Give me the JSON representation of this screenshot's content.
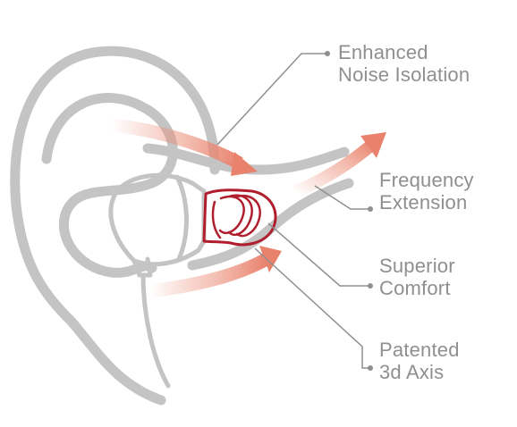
{
  "callouts": [
    {
      "id": "noise",
      "line1": "Enhanced",
      "line2": "Noise Isolation"
    },
    {
      "id": "frequency",
      "line1": "Frequency",
      "line2": "Extension"
    },
    {
      "id": "comfort",
      "line1": "Superior",
      "line2": "Comfort"
    },
    {
      "id": "axis",
      "line1": "Patented",
      "line2": "3d Axis"
    }
  ],
  "colors": {
    "ear_outline": "#c4c4c4",
    "leader_line": "#8f8f8f",
    "label_text": "#8f8f8f",
    "eartip": "#b01e2e",
    "arrow": "#e9826d"
  }
}
